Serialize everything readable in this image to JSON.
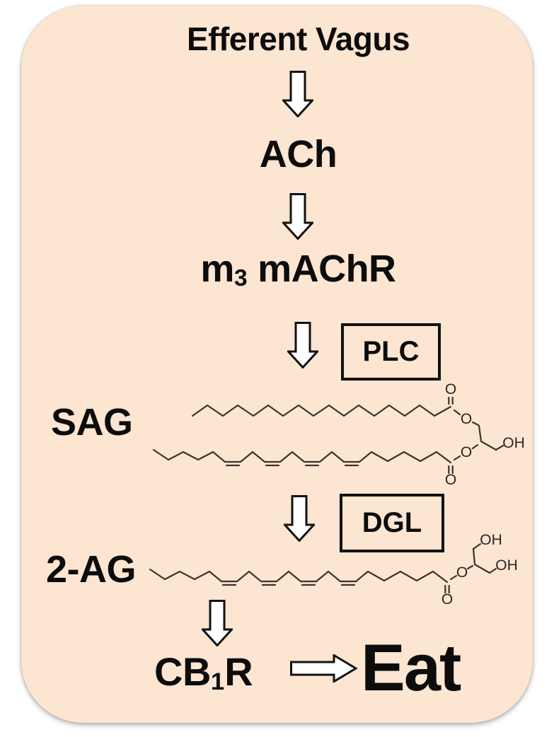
{
  "figure": {
    "nodes": {
      "source": "Efferent Vagus",
      "transmitter": "ACh",
      "receptor_m_pre": "m",
      "receptor_m_sub": "3",
      "receptor_m_post": " mAChR",
      "lipid_sag": "SAG",
      "lipid_2ag": "2-AG",
      "receptor_cb_pre": "CB",
      "receptor_cb_sub": "1",
      "receptor_cb_post": "R",
      "outcome": "Eat"
    },
    "enzymes": {
      "plc": "PLC",
      "dgl": "DGL"
    },
    "chemistry": {
      "o_label": "O",
      "oh_label": "OH"
    },
    "colors": {
      "card_bg": "#fce5d1",
      "text": "#0c0c0c",
      "arrow_fill": "#ffffff",
      "arrow_outline": "#111111",
      "bond": "#3a342e"
    }
  }
}
